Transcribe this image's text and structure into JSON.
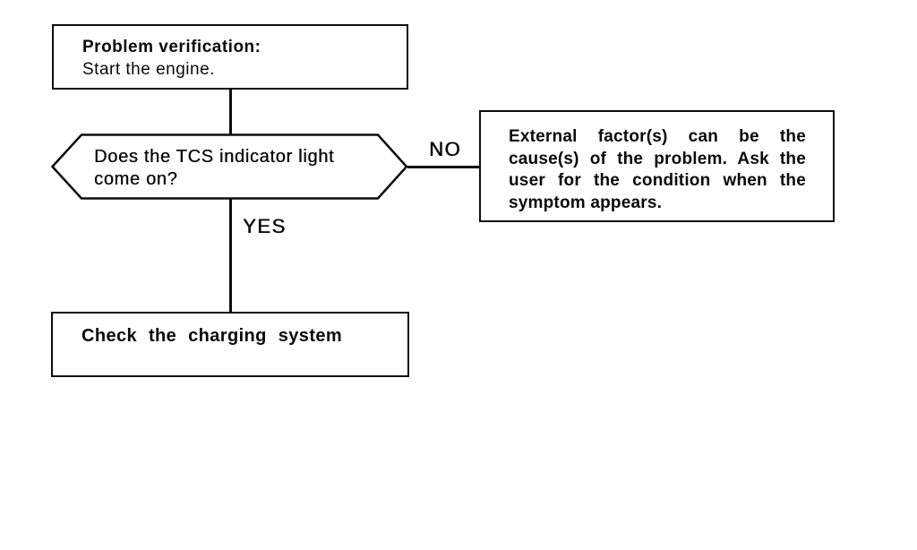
{
  "flowchart": {
    "start_box": {
      "title": "Problem verification:",
      "subtitle": "Start the engine."
    },
    "decision": {
      "question": "Does the TCS indicator light come on?"
    },
    "no_branch": {
      "label": "NO",
      "result_text": "External factor(s) can be the cause(s) of the problem. Ask the user for the condition when the symptom appears."
    },
    "yes_branch": {
      "label": "YES",
      "result_text": "Check the charging system"
    },
    "colors": {
      "ink": "#0d0d0d",
      "paper": "#ffffff"
    }
  }
}
